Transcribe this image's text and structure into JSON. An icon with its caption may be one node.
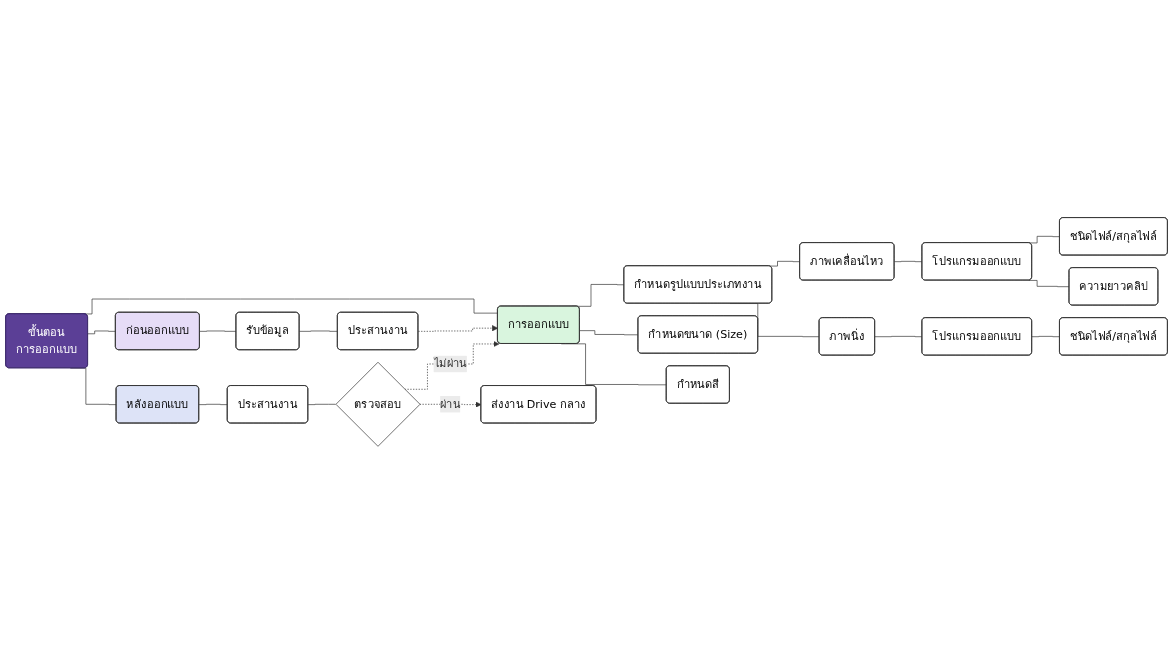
{
  "diagram": {
    "nodes": [
      {
        "text": [
          "ขั้นตอน",
          "การออกแบบ"
        ]
      },
      {
        "text": [
          "ก่อนออกแบบ"
        ]
      },
      {
        "text": [
          "รับข้อมูล"
        ]
      },
      {
        "text": [
          "ประสานงาน"
        ]
      },
      {
        "text": [
          "การออกแบบ"
        ]
      },
      {
        "text": [
          "กำหนดรูปแบบประเภทงาน"
        ]
      },
      {
        "text": [
          "ภาพเคลื่อนไหว"
        ]
      },
      {
        "text": [
          "โปรแกรมออกแบบ"
        ]
      },
      {
        "text": [
          "ชนิดไฟล์/สกุลไฟล์"
        ]
      },
      {
        "text": [
          "ความยาวคลิป"
        ]
      },
      {
        "text": [
          "ภาพนิ่ง"
        ]
      },
      {
        "text": [
          "โปรแกรมออกแบบ"
        ]
      },
      {
        "text": [
          "ชนิดไฟล์/สกุลไฟล์"
        ]
      },
      {
        "text": [
          "กำหนดขนาด (Size)"
        ]
      },
      {
        "text": [
          "กำหนดสี"
        ]
      },
      {
        "text": [
          "หลังออกแบบ"
        ]
      },
      {
        "text": [
          "ประสานงาน"
        ]
      },
      {
        "text": [
          "ตรวจสอบ"
        ]
      },
      {
        "text": [
          "ส่งงาน Drive กลาง"
        ]
      }
    ],
    "edges": [
      {
        "from": 0,
        "to": 1,
        "arrow": "none"
      },
      {
        "from": 0,
        "to": 4,
        "arrow": "none"
      },
      {
        "from": 0,
        "to": 15,
        "arrow": "none"
      },
      {
        "from": 1,
        "to": 2,
        "arrow": "none"
      },
      {
        "from": 2,
        "to": 3,
        "arrow": "none"
      },
      {
        "from": 3,
        "to": 4,
        "arrow": "to",
        "style": "dashed"
      },
      {
        "from": 4,
        "to": 5,
        "arrow": "none"
      },
      {
        "from": 4,
        "to": 13,
        "arrow": "none"
      },
      {
        "from": 4,
        "to": 14,
        "arrow": "none"
      },
      {
        "from": 5,
        "to": 6,
        "arrow": "none"
      },
      {
        "from": 5,
        "to": 10,
        "arrow": "none"
      },
      {
        "from": 6,
        "to": 7,
        "arrow": "none"
      },
      {
        "from": 7,
        "to": 8,
        "arrow": "none"
      },
      {
        "from": 7,
        "to": 9,
        "arrow": "none"
      },
      {
        "from": 10,
        "to": 11,
        "arrow": "none"
      },
      {
        "from": 11,
        "to": 12,
        "arrow": "none"
      },
      {
        "from": 15,
        "to": 16,
        "arrow": "none"
      },
      {
        "from": 16,
        "to": 17,
        "arrow": "none"
      },
      {
        "from": 17,
        "to": 4,
        "label": "ไม่ผ่าน",
        "arrow": "to",
        "style": "dashed"
      },
      {
        "from": 17,
        "to": 18,
        "label": "ผ่าน",
        "arrow": "to",
        "style": "dashed"
      }
    ]
  }
}
